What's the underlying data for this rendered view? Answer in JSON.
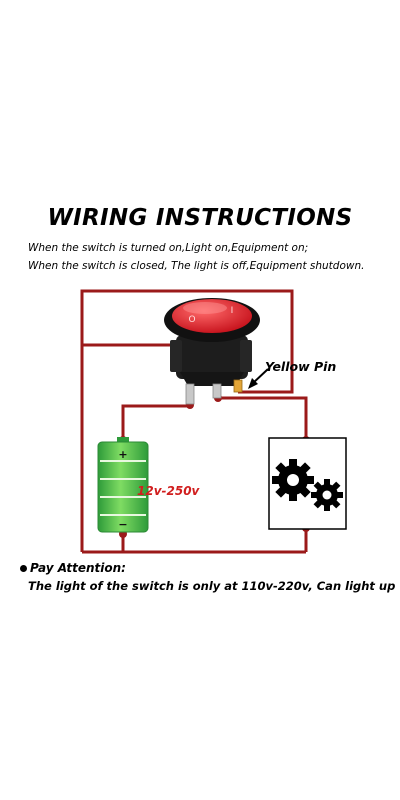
{
  "title": "WIRING INSTRUCTIONS",
  "instructions": [
    "When the switch is turned on,Light on,Equipment on;",
    "When the switch is closed, The light is off,Equipment shutdown."
  ],
  "labels": {
    "yellow_pin": "Yellow Pin",
    "voltage": "12v-250v",
    "switch_on_mark": "I",
    "switch_off_mark": "O",
    "battery_plus": "+",
    "battery_minus": "−"
  },
  "note": {
    "heading": "Pay Attention:",
    "body": "The light of the switch is only at 110v-220v, Can light up"
  },
  "colors": {
    "wire": "#9b1a1a",
    "switch_red": "#e8262b",
    "battery_green": "#3fb34a",
    "voltage_text": "#d11f1f"
  },
  "icons": [
    "rocker-switch-icon",
    "battery-icon",
    "gears-icon",
    "arrow-icon"
  ]
}
